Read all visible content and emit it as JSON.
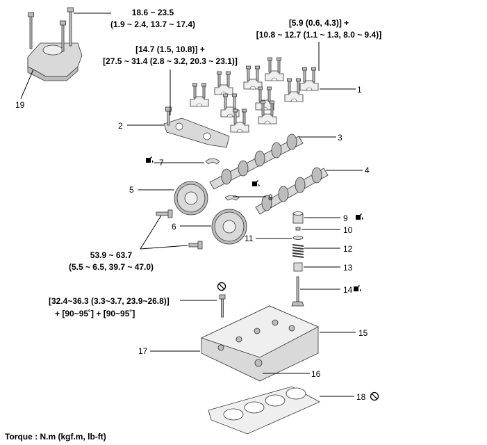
{
  "callouts": [
    "1",
    "2",
    "3",
    "4",
    "5",
    "6",
    "7",
    "8",
    "9",
    "10",
    "11",
    "12",
    "13",
    "14",
    "15",
    "16",
    "17",
    "18",
    "19"
  ],
  "torque_specs": {
    "bracket_bolt": {
      "line1": "18.6 ~ 23.5",
      "line2": "(1.9 ~ 2.4, 13.7 ~ 17.4)"
    },
    "cap_bolt": {
      "line1": "[5.9 (0.6, 4.3)] +",
      "line2": "[10.8 ~ 12.7 (1.1 ~ 1.3, 8.0 ~ 9.4)]"
    },
    "front_cap_bolt": {
      "line1": "[14.7 (1.5, 10.8)] +",
      "line2": "[27.5 ~ 31.4 (2.8 ~ 3.2, 20.3 ~ 23.1)]"
    },
    "cvvt_bolt": {
      "line1": "53.9 ~ 63.7",
      "line2": "(5.5 ~ 6.5, 39.7 ~ 47.0)"
    },
    "head_bolt": {
      "line1": "[32.4~36.3 (3.3~3.7, 23.9~26.8)]",
      "line2": "+ [90~95˚] + [90~95˚]"
    }
  },
  "footer": {
    "unit_note": "Torque : N.m (kgf.m, lb-ft)"
  },
  "symbols": {
    "oil_icon": "oil-can-icon",
    "no_reuse_icon": "no-reuse-icon"
  },
  "colors": {
    "line": "#000000",
    "part_fill": "#d9d9d9",
    "part_dark": "#bdbdbd"
  }
}
